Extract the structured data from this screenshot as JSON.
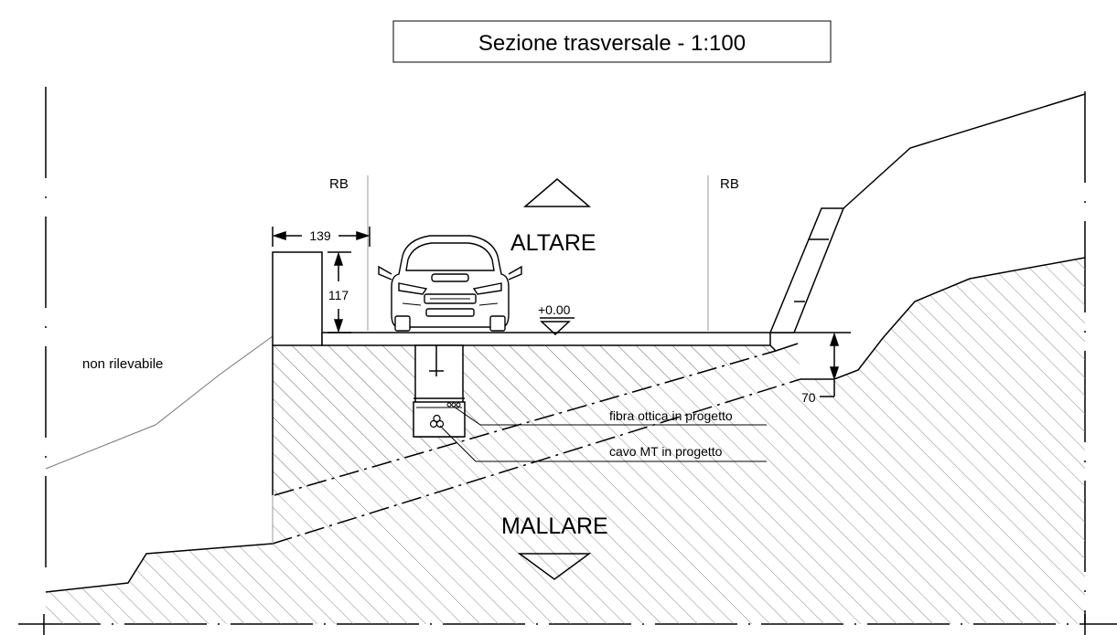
{
  "title": "Sezione trasversale - 1:100",
  "labels": {
    "rb_left": "RB",
    "rb_right": "RB",
    "direction_up": "ALTARE",
    "direction_down": "MALLARE",
    "not_surveyable": "non rilevabile",
    "elevation": "+0.00",
    "fibre": "fibra ottica in progetto",
    "cable": "cavo MT in progetto"
  },
  "dimensions": {
    "wall_width": "139",
    "wall_height": "117",
    "ditch_depth": "70"
  },
  "icons": {
    "vehicle": "car-front-icon",
    "direction_up": "triangle-up-icon",
    "direction_down": "triangle-down-icon",
    "elevation_marker": "elevation-triangle-icon",
    "cable_bundle": "cable-bundle-icon"
  },
  "colors": {
    "line": "#000000",
    "hatch": "#777777",
    "background": "#ffffff"
  }
}
